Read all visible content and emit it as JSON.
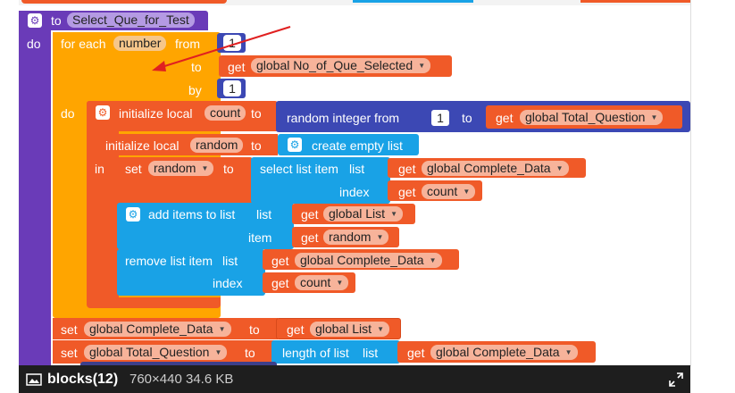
{
  "procedure": {
    "to_label": "to",
    "name": "Select_Que_for_Test",
    "do_label": "do"
  },
  "foreach": {
    "label": "for each",
    "var": "number",
    "from_label": "from",
    "from_value": "1",
    "to_label": "to",
    "to_get": "get",
    "to_var": "global No_of_Que_Selected",
    "by_label": "by",
    "by_value": "1",
    "do_label": "do"
  },
  "init_local1": {
    "label": "initialize local",
    "var": "count",
    "to_label": "to",
    "random_label": "random integer from",
    "from_value": "1",
    "to2_label": "to",
    "get_label": "get",
    "get_var": "global Total_Question"
  },
  "init_local2": {
    "label": "initialize local",
    "var": "random",
    "to_label": "to",
    "list_label": "create empty list",
    "in_label": "in"
  },
  "set_random": {
    "set_label": "set",
    "var": "random",
    "to_label": "to",
    "select_label": "select list item",
    "list_label": "list",
    "list_get": "get",
    "list_var": "global Complete_Data",
    "index_label": "index",
    "index_get": "get",
    "index_var": "count"
  },
  "add_items": {
    "label": "add items to list",
    "list_label": "list",
    "list_get": "get",
    "list_var": "global List",
    "item_label": "item",
    "item_get": "get",
    "item_var": "random"
  },
  "remove_item": {
    "label": "remove list item",
    "list_label": "list",
    "list_get": "get",
    "list_var": "global Complete_Data",
    "index_label": "index",
    "index_get": "get",
    "index_var": "count"
  },
  "set_complete": {
    "set_label": "set",
    "var": "global Complete_Data",
    "to_label": "to",
    "get_label": "get",
    "get_var": "global List"
  },
  "set_total": {
    "set_label": "set",
    "var": "global Total_Question",
    "to_label": "to",
    "length_label": "length of list",
    "list_label": "list",
    "get_label": "get",
    "get_var": "global Complete_Data"
  },
  "partial_block": {
    "label": "..."
  },
  "footer": {
    "title": "blocks(12)",
    "meta": "760×440 34.6 KB",
    "image_icon": "image-icon",
    "expand_icon": "expand-icon"
  },
  "colors": {
    "procedure": "#6a3bb8",
    "control": "#ffa500",
    "variable": "#f05a28",
    "list": "#19a2e6",
    "math": "#3c48b4"
  }
}
